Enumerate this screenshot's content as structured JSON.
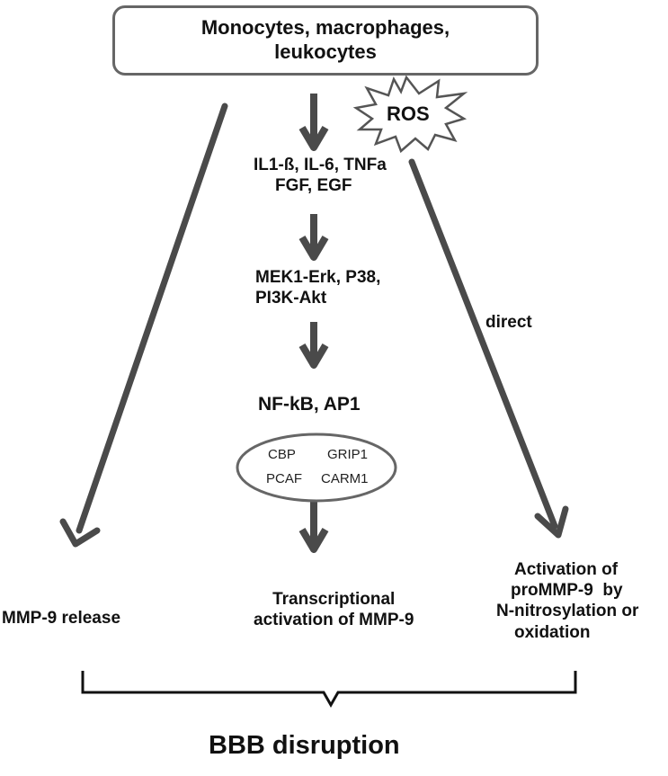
{
  "source_box": {
    "line1": "Monocytes, macrophages,",
    "line2": "leukocytes"
  },
  "ros": "ROS",
  "cytokines": {
    "line1": "IL1-ß, IL-6, TNFa",
    "line2": "FGF, EGF"
  },
  "kinases": {
    "line1": "MEK1-Erk, P38,",
    "line2": "PI3K-Akt"
  },
  "transcription_factors": "NF-kB, AP1",
  "coactivators": [
    "CBP",
    "GRIP1",
    "PCAF",
    "CARM1"
  ],
  "direct_label": "direct",
  "outcomes": {
    "left": "MMP-9 release",
    "center": {
      "line1": "Transcriptional",
      "line2": "activation of MMP-9"
    },
    "right": {
      "line1": "Activation of",
      "line2": "proMMP-9  by",
      "line3": "N-nitrosylation or",
      "line4": "oxidation"
    }
  },
  "conclusion": "BBB disruption",
  "colors": {
    "arrow": "#4a4a4a",
    "box_border": "#666666",
    "text": "#111111"
  }
}
